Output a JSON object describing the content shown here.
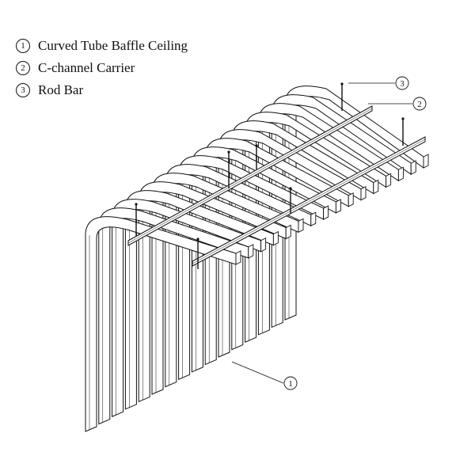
{
  "legend": [
    {
      "num": "1",
      "label": "Curved Tube Baffle Ceiling"
    },
    {
      "num": "2",
      "label": "C-channel Carrier"
    },
    {
      "num": "3",
      "label": "Rod Bar"
    }
  ],
  "callouts": {
    "baffle": "1",
    "carrier": "2",
    "rod": "3"
  },
  "colors": {
    "stroke": "#111111",
    "background": "#ffffff"
  }
}
